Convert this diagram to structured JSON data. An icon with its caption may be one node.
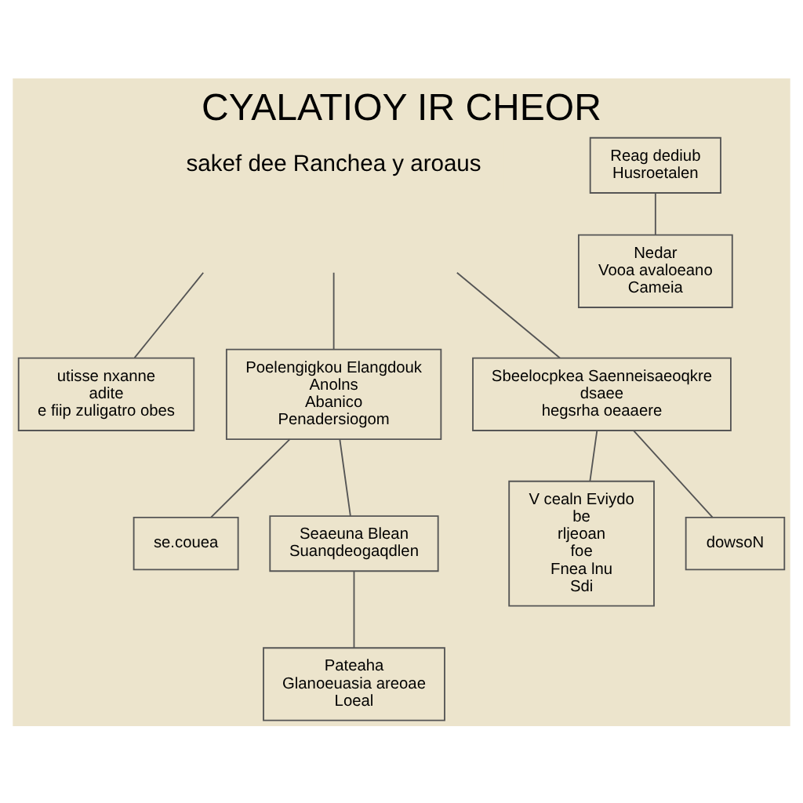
{
  "diagram": {
    "title": "CYALATIOY IR CHEOR",
    "nodes": [
      {
        "text": [
          "utisse nxanne",
          "adite",
          "e fiip zuligatro obes"
        ]
      },
      {
        "text": [
          "Poelengigkou Elangdouk",
          "Anolns",
          "Abanico",
          "Penadersiogom"
        ]
      },
      {
        "text": [
          "Sbeelocpkea Saenneisaeoqkre",
          "dsaee",
          "hegsrha oeaaere"
        ]
      },
      {
        "text": [
          "V cealn Eviydo",
          "be",
          "rljeoan",
          "foe",
          "Fnea lnu",
          "Sdi"
        ]
      },
      {
        "text": [
          "se.couea"
        ]
      },
      {
        "text": [
          "dowsoN"
        ]
      },
      {
        "text": [
          "Seaeuna Blean",
          "Suanqdeogaqdlen"
        ]
      },
      {
        "text": [
          "Reag dediub",
          "Husroetalen"
        ]
      },
      {
        "text": [
          "Pateaha",
          "Glanoeuasia areoae",
          "Loeal"
        ]
      },
      {
        "text": [
          "Nedar",
          "Vooa avaloeano",
          "Cameia"
        ]
      }
    ],
    "edges": [
      {
        "from": null,
        "to": 0,
        "arrow": "none"
      },
      {
        "from": null,
        "to": 1,
        "arrow": "none"
      },
      {
        "from": null,
        "to": 2,
        "arrow": "none"
      },
      {
        "from": 2,
        "to": 3,
        "arrow": "none"
      },
      {
        "from": 1,
        "to": 4,
        "arrow": "none"
      },
      {
        "from": 2,
        "to": 5,
        "arrow": "none"
      },
      {
        "from": 1,
        "to": 6,
        "arrow": "none"
      },
      {
        "from": 6,
        "to": 8,
        "arrow": "none"
      },
      {
        "from": 7,
        "to": 9,
        "arrow": "none"
      }
    ],
    "labels": [
      "sakef dee Ranchea y aroaus"
    ]
  }
}
